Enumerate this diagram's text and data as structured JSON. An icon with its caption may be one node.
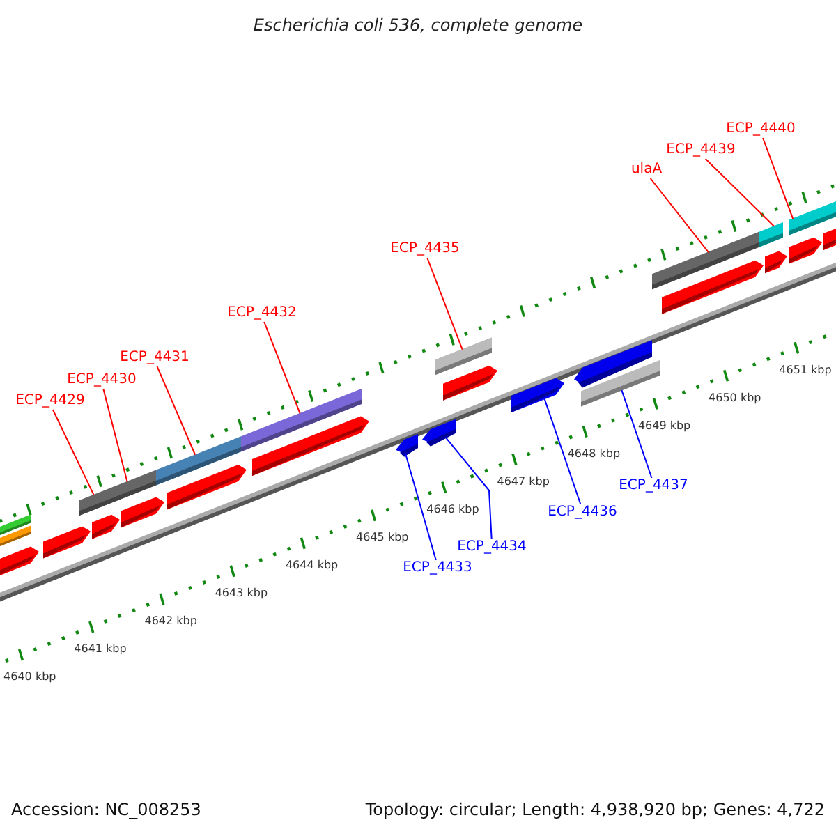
{
  "diagram": {
    "title": "Escherichia coli 536, complete genome",
    "nodes": [
      {
        "text": [
          "ECP_4429"
        ]
      },
      {
        "text": [
          "ECP_4430"
        ]
      },
      {
        "text": [
          "ECP_4431"
        ]
      },
      {
        "text": [
          "ECP_4432"
        ]
      },
      {
        "text": [
          "ECP_4435"
        ]
      },
      {
        "text": [
          "ulaA"
        ]
      },
      {
        "text": [
          "ECP_4439"
        ]
      },
      {
        "text": [
          "ECP_4440"
        ]
      },
      {
        "text": [
          "ECP_4433"
        ]
      },
      {
        "text": [
          "ECP_4434"
        ]
      },
      {
        "text": [
          "ECP_4436"
        ]
      },
      {
        "text": [
          "ECP_4437"
        ]
      },
      {
        "text": [],
        "shape": "bar"
      },
      {
        "text": [],
        "shape": "bar"
      },
      {
        "text": [],
        "shape": "bar"
      },
      {
        "text": [],
        "shape": "bar"
      },
      {
        "text": [],
        "shape": "bar"
      },
      {
        "text": [],
        "shape": "bar"
      },
      {
        "text": [],
        "shape": "bar"
      },
      {
        "text": [],
        "shape": "bar"
      },
      {
        "text": [],
        "shape": "bar"
      },
      {
        "text": [],
        "shape": "bar"
      },
      {
        "text": [],
        "shape": "bar"
      },
      {
        "text": [],
        "shape": "bar"
      }
    ],
    "edges": [
      {
        "from": 0,
        "to": 12,
        "arrow": "none"
      },
      {
        "from": 1,
        "to": 13,
        "arrow": "none"
      },
      {
        "from": 2,
        "to": 14,
        "arrow": "none"
      },
      {
        "from": 3,
        "to": 15,
        "arrow": "none"
      },
      {
        "from": 4,
        "to": 18,
        "arrow": "none"
      },
      {
        "from": 5,
        "to": 21,
        "arrow": "none"
      },
      {
        "from": 6,
        "to": 22,
        "arrow": "none"
      },
      {
        "from": 7,
        "to": 23,
        "arrow": "none"
      },
      {
        "from": 8,
        "to": 16,
        "arrow": "none",
        "color": "#0000ff"
      },
      {
        "from": 9,
        "to": 17,
        "arrow": "none",
        "color": "#0000ff"
      },
      {
        "from": 10,
        "to": 19,
        "arrow": "none",
        "color": "#0000ff"
      },
      {
        "from": 11,
        "to": 20,
        "arrow": "none",
        "color": "#0000ff"
      }
    ],
    "labels": [
      "4651 kbp",
      "4650 kbp",
      "4649 kbp",
      "4648 kbp",
      "4647 kbp",
      "4646 kbp",
      "4645 kbp",
      "4644 kbp",
      "4643 kbp",
      "4642 kbp",
      "4641 kbp",
      "4640 kbp",
      "Accession: NC_008253",
      "Topology: circular; Length: 4,938,920 bp; Genes: 4,722"
    ]
  }
}
